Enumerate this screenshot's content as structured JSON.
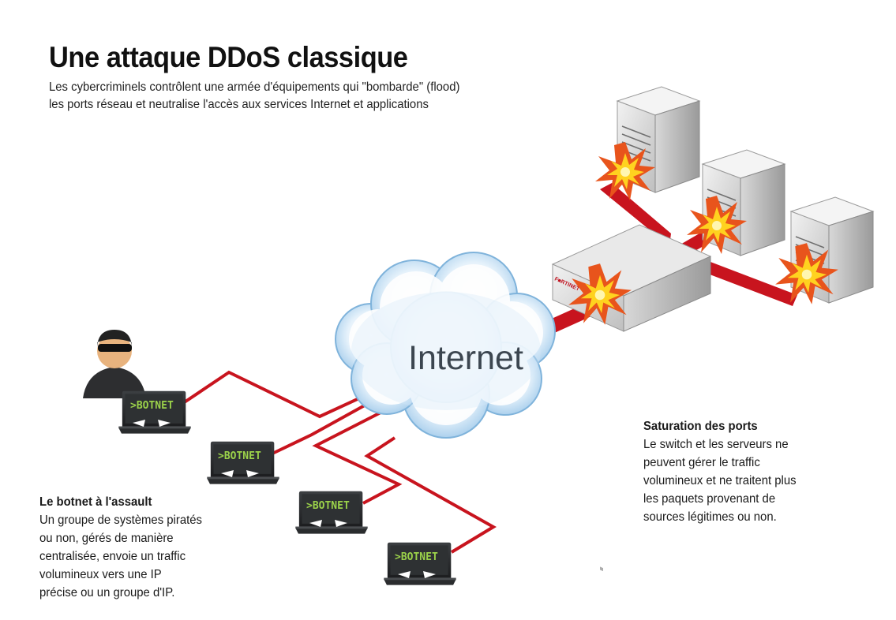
{
  "title": "Une attaque DDoS classique",
  "subtitle": "Les cybercriminels contrôlent une armée d'équipements qui \"bombarde\" (flood) les ports réseau et neutralise l'accès aux services Internet et applications",
  "cloud_label": "Internet",
  "switch_brand": "F■RTINET",
  "botnet_label": ">BOTNET",
  "botnet_section": {
    "heading": "Le botnet à l'assault",
    "body": "Un groupe de systèmes piratés\nou non, gérés de manière\ncentralisée, envoie un traffic\nvolumineux vers une IP\nprécise ou un groupe d'IP."
  },
  "ports_section": {
    "heading": "Saturation des ports",
    "body": "Le switch et les serveurs ne\npeuvent gérer le traffic\nvolumineux et ne traitent plus\nles paquets provenant de\nsources légitimes ou non."
  },
  "colors": {
    "attack_line": "#c8141e",
    "cloud": "#bcdcf2",
    "explosion_outer": "#e8541c",
    "explosion_inner": "#ffd21f",
    "screen": "#2e3133"
  }
}
